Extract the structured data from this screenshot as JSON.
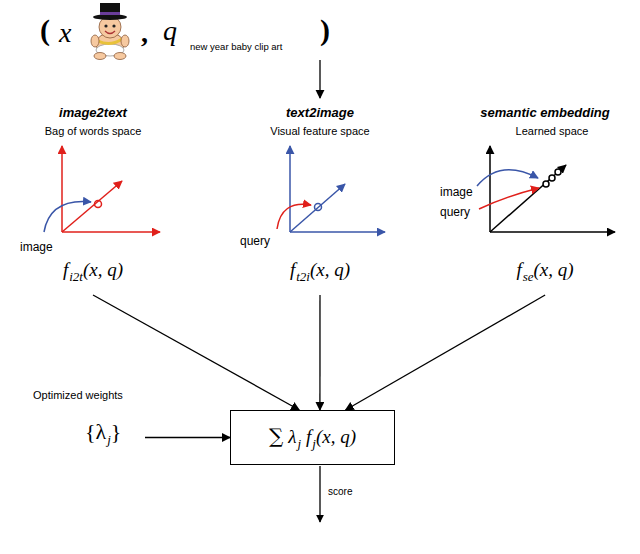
{
  "diagram": {
    "nodes": [
      {
        "text": [
          "(",
          "x",
          ",",
          "q",
          "new year baby clip art",
          ")"
        ]
      },
      {
        "text": [
          "image2text",
          "Bag of words space",
          "image",
          "f",
          "i2t",
          "(x, q)"
        ]
      },
      {
        "text": [
          "text2image",
          "Visual feature space",
          "query",
          "f",
          "t2i",
          "(x, q)"
        ]
      },
      {
        "text": [
          "semantic embedding",
          "Learned space",
          "image",
          "query",
          "f",
          "se",
          "(x, q)"
        ]
      },
      {
        "text": [
          "Optimized weights",
          "{λ",
          "j",
          "}"
        ]
      },
      {
        "text": [
          "∑",
          "λ",
          "j",
          "f",
          "j",
          "(x, q)"
        ]
      }
    ],
    "edges": [
      {
        "from": 0,
        "to": 2,
        "arrow": "to"
      },
      {
        "from": 1,
        "to": 5,
        "arrow": "to"
      },
      {
        "from": 2,
        "to": 5,
        "arrow": "to"
      },
      {
        "from": 3,
        "to": 5,
        "arrow": "to"
      },
      {
        "from": 4,
        "to": 5,
        "arrow": "to"
      }
    ],
    "labels": [
      "score"
    ]
  }
}
